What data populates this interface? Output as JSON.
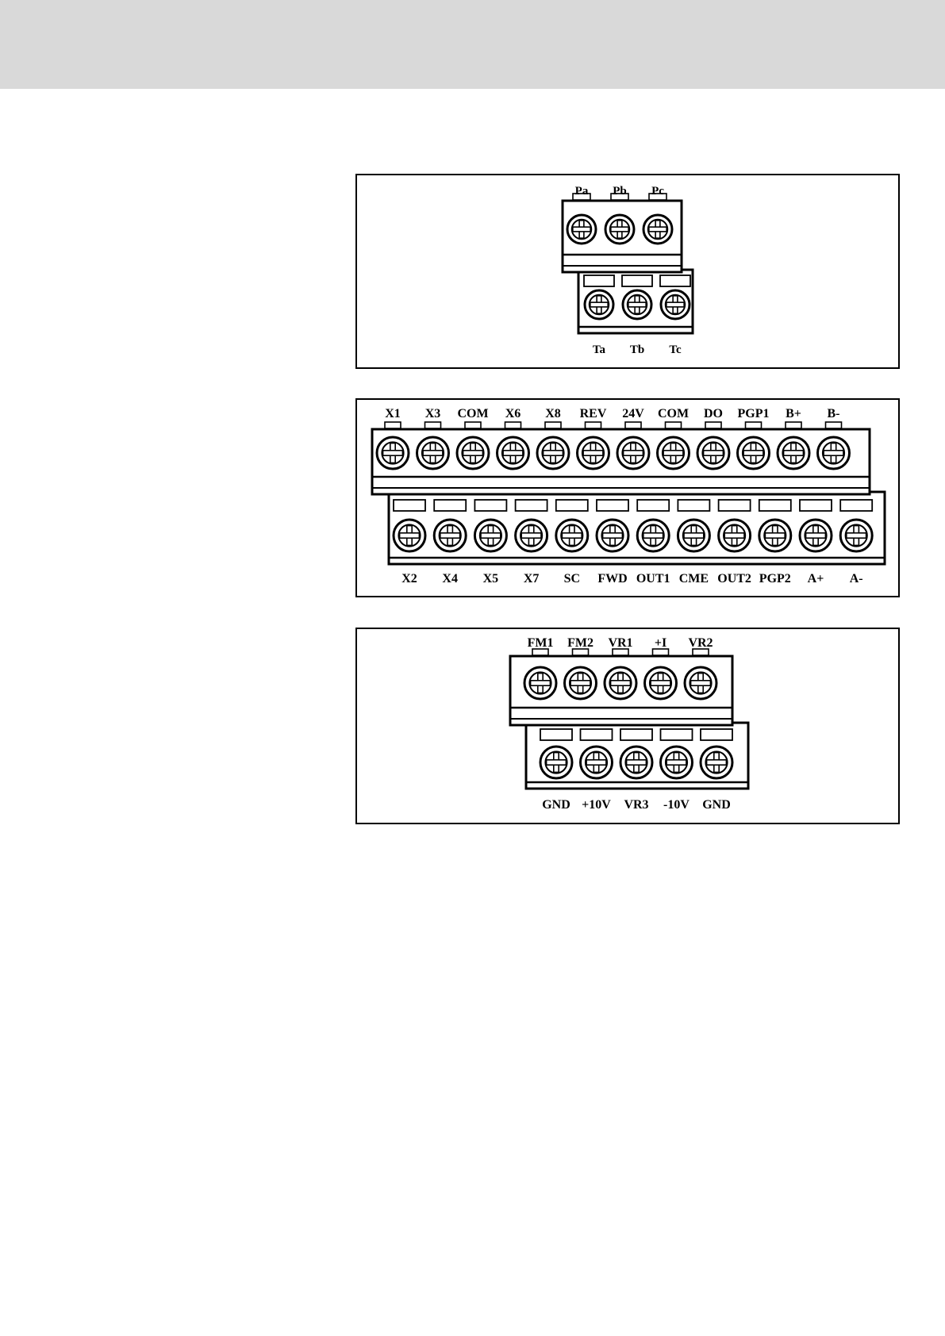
{
  "page": {
    "header_color": "#d9d9d9"
  },
  "diagrams": [
    {
      "top_labels": [
        "Pa",
        "Pb",
        "Pc"
      ],
      "bottom_labels": [
        "Ta",
        "Tb",
        "Tc"
      ]
    },
    {
      "top_labels": [
        "X1",
        "X3",
        "COM",
        "X6",
        "X8",
        "REV",
        "24V",
        "COM",
        "DO",
        "PGP1",
        "B+",
        "B-"
      ],
      "bottom_labels": [
        "X2",
        "X4",
        "X5",
        "X7",
        "SC",
        "FWD",
        "OUT1",
        "CME",
        "OUT2",
        "PGP2",
        "A+",
        "A-"
      ]
    },
    {
      "top_labels": [
        "FM1",
        "FM2",
        "VR1",
        "+I",
        "VR2"
      ],
      "bottom_labels": [
        "GND",
        "+10V",
        "VR3",
        "-10V",
        "GND"
      ]
    }
  ]
}
